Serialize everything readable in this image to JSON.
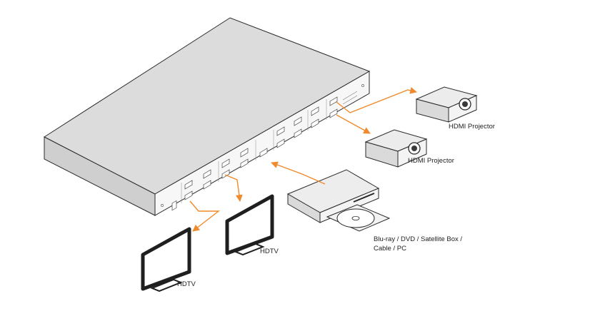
{
  "colors": {
    "cable": "#f08a2c",
    "outline": "#2a2a2a",
    "chassis_top": "#dcdcdc",
    "chassis_side": "#cfcfcf",
    "chassis_front": "#f7f7f7",
    "device_body": "#e6e6e6"
  },
  "labels": {
    "projector_1": "HDMI Projector",
    "projector_2": "HDMI Projector",
    "source_line_1": "Blu-ray / DVD / Satellite Box /",
    "source_line_2": "Cable / PC",
    "hdtv_1": "HDTV",
    "hdtv_2": "HDTV"
  }
}
